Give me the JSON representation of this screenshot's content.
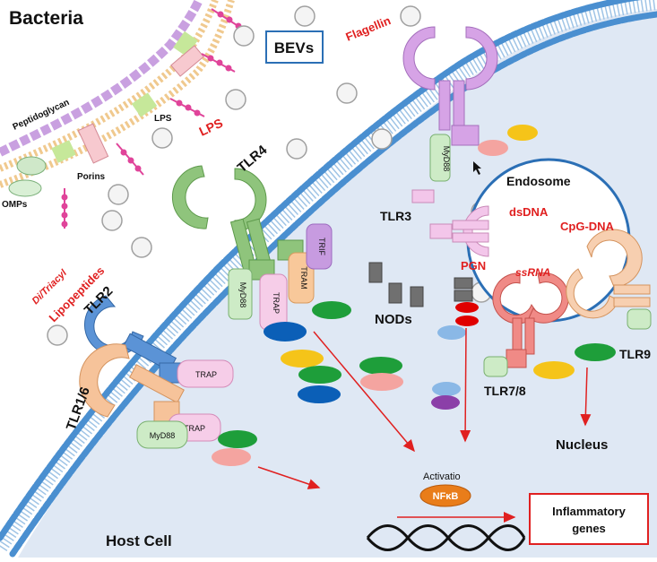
{
  "labels": {
    "bacteria": "Bacteria",
    "bevs": "BEVs",
    "flagellin": "Flagellin",
    "peptidoglycan": "Peptidoglycan",
    "lps_outer": "LPS",
    "porins": "Porins",
    "omps": "OMPs",
    "lps": "LPS",
    "tlr4": "TLR4",
    "endosome": "Endosome",
    "tlr3": "TLR3",
    "dsdna": "dsDNA",
    "cpgdna": "CpG-DNA",
    "ssrna": "ssRNA",
    "pgn": "PGN",
    "nods": "NODs",
    "lipo_line1": "Di/Triacyl",
    "lipo_line2": "Lipopeptides",
    "tlr2": "TLR2",
    "tlr16": "TLR1/6",
    "tlr9": "TLR9",
    "tlr78": "TLR7/8",
    "nucleus": "Nucleus",
    "activation": "Activatio",
    "nfkb": "NFκB",
    "inflammatory1": "Inflammatory",
    "inflammatory2": "genes",
    "hostcell": "Host Cell"
  },
  "adaptors": {
    "myd88": "MyD88",
    "trap": "TRAP",
    "tram": "TRAM",
    "trif": "TRIF"
  },
  "colors": {
    "cell": "#dfe8f4",
    "membrane_head": "#4a8fd0",
    "membrane_tail": "#9fc4e6",
    "flagellin_tlr": "#d6a3e6",
    "tlr4": "#8fc47c",
    "tlr2": "#5b93d6",
    "tlr16": "#f6c39a",
    "tlr3": "#f3c6ea",
    "tlr78": "#f08a86",
    "tlr9": "#f7cfb0",
    "accent_red": "#e02020",
    "nfkb": "#e97d1a"
  }
}
